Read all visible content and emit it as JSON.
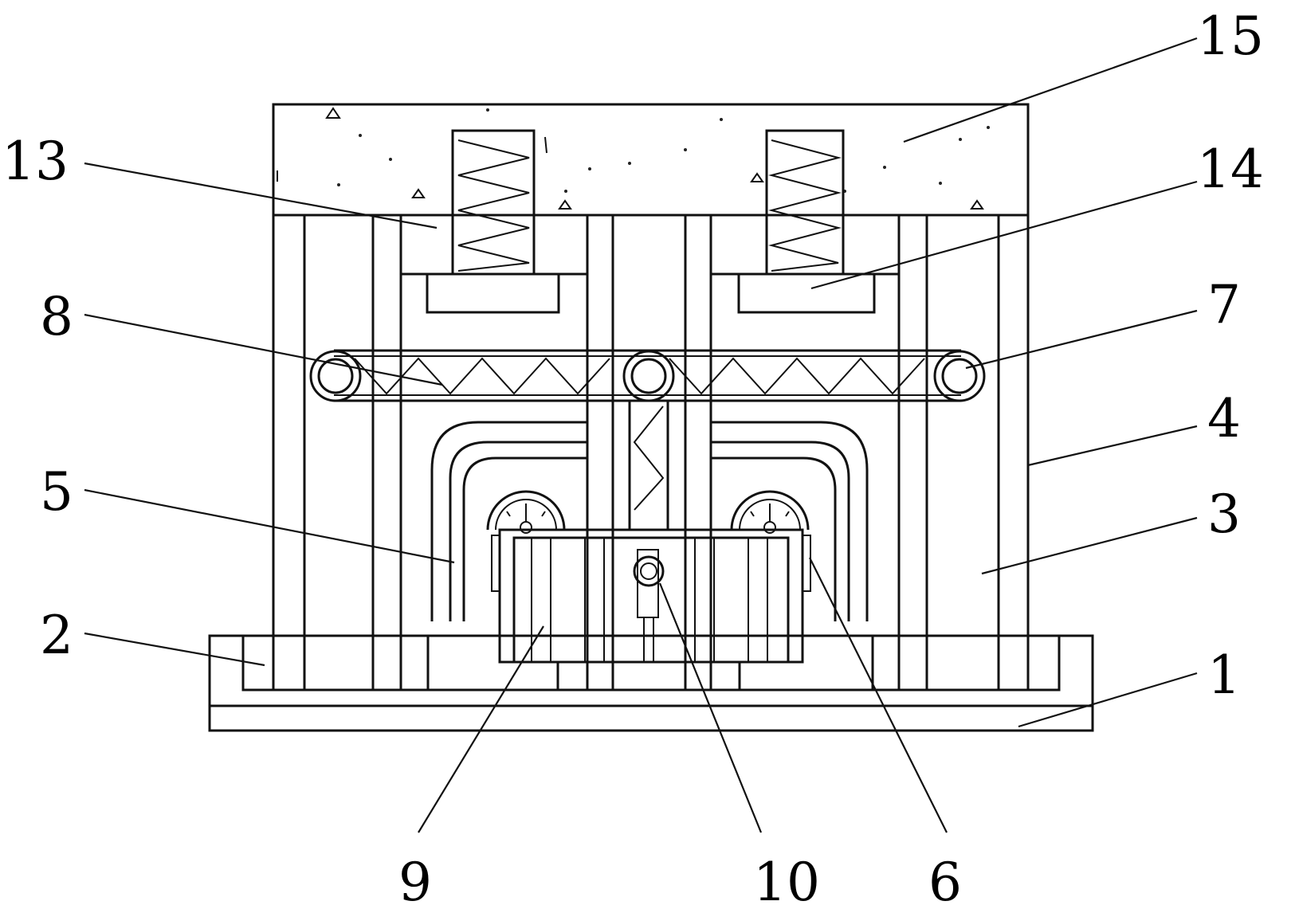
{
  "figure": {
    "labels": [
      "15",
      "13",
      "14",
      "8",
      "7",
      "4",
      "5",
      "3",
      "2",
      "1",
      "9",
      "10",
      "6"
    ]
  }
}
